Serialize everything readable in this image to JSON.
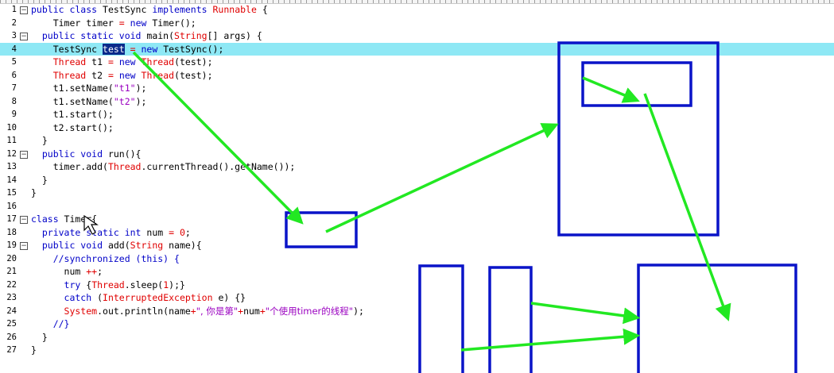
{
  "editor": {
    "current_line": 4,
    "lines": [
      {
        "n": "1",
        "fold": "−"
      },
      {
        "n": "2"
      },
      {
        "n": "3",
        "fold": "−"
      },
      {
        "n": "4"
      },
      {
        "n": "5"
      },
      {
        "n": "6"
      },
      {
        "n": "7"
      },
      {
        "n": "8"
      },
      {
        "n": "9"
      },
      {
        "n": "10"
      },
      {
        "n": "11"
      },
      {
        "n": "12",
        "fold": "−"
      },
      {
        "n": "13"
      },
      {
        "n": "14"
      },
      {
        "n": "15"
      },
      {
        "n": "16"
      },
      {
        "n": "17",
        "fold": "−"
      },
      {
        "n": "18"
      },
      {
        "n": "19",
        "fold": "−"
      },
      {
        "n": "20"
      },
      {
        "n": "21"
      },
      {
        "n": "22"
      },
      {
        "n": "23"
      },
      {
        "n": "24"
      },
      {
        "n": "25"
      },
      {
        "n": "26"
      },
      {
        "n": "27"
      }
    ],
    "code": [
      [
        [
          "kw",
          "public class "
        ],
        [
          "",
          "TestSync "
        ],
        [
          "kw",
          "implements "
        ],
        [
          "ty",
          "Runnable"
        ],
        [
          "",
          " {"
        ]
      ],
      [
        [
          "",
          "    Timer timer "
        ],
        [
          "op",
          "= "
        ],
        [
          "kw",
          "new "
        ],
        [
          "",
          "Timer();"
        ]
      ],
      [
        [
          "kw",
          "  public static void "
        ],
        [
          "",
          "main("
        ],
        [
          "ty",
          "String"
        ],
        [
          "",
          "[] args) {"
        ]
      ],
      [
        [
          "",
          "    TestSync "
        ],
        [
          "sel",
          "test"
        ],
        [
          "",
          ""
        ],
        [
          "op",
          " = "
        ],
        [
          "kw",
          "new "
        ],
        [
          "",
          "TestSync();"
        ]
      ],
      [
        [
          "ty",
          "    Thread "
        ],
        [
          "",
          "t1 "
        ],
        [
          "op",
          "= "
        ],
        [
          "kw",
          "new "
        ],
        [
          "ty",
          "Thread"
        ],
        [
          "",
          "(test);"
        ]
      ],
      [
        [
          "ty",
          "    Thread "
        ],
        [
          "",
          "t2 "
        ],
        [
          "op",
          "= "
        ],
        [
          "kw",
          "new "
        ],
        [
          "ty",
          "Thread"
        ],
        [
          "",
          "(test);"
        ]
      ],
      [
        [
          "",
          "    t1.setName("
        ],
        [
          "st",
          "\"t1\""
        ],
        [
          "",
          ");"
        ]
      ],
      [
        [
          "",
          "    t1.setName("
        ],
        [
          "st",
          "\"t2\""
        ],
        [
          "",
          ");"
        ]
      ],
      [
        [
          "",
          "    t1.start();"
        ]
      ],
      [
        [
          "",
          "    t2.start();"
        ]
      ],
      [
        [
          "",
          "  }"
        ]
      ],
      [
        [
          "kw",
          "  public void "
        ],
        [
          "",
          "run(){"
        ]
      ],
      [
        [
          "",
          "    timer.add("
        ],
        [
          "ty",
          "Thread"
        ],
        [
          "",
          ".currentThread().getName());"
        ]
      ],
      [
        [
          "",
          "  }"
        ]
      ],
      [
        [
          "",
          "}"
        ]
      ],
      [
        [
          "",
          ""
        ]
      ],
      [
        [
          "kw",
          "class "
        ],
        [
          "",
          "Timer{"
        ]
      ],
      [
        [
          "kw",
          "  private static int "
        ],
        [
          "",
          "num "
        ],
        [
          "op",
          "= 0"
        ],
        [
          "",
          ";"
        ]
      ],
      [
        [
          "kw",
          "  public void "
        ],
        [
          "",
          "add("
        ],
        [
          "ty",
          "String "
        ],
        [
          "",
          "name){"
        ]
      ],
      [
        [
          "cm",
          "    //synchronized (this) {"
        ]
      ],
      [
        [
          "",
          "      num "
        ],
        [
          "op",
          "++"
        ],
        [
          "",
          ";"
        ]
      ],
      [
        [
          "kw",
          "      try "
        ],
        [
          "",
          "{"
        ],
        [
          "ty",
          "Thread"
        ],
        [
          "",
          ".sleep("
        ],
        [
          "op",
          "1"
        ],
        [
          "",
          ");}"
        ]
      ],
      [
        [
          "kw",
          "      catch "
        ],
        [
          "",
          "("
        ],
        [
          "ty",
          "InterruptedException "
        ],
        [
          "",
          "e) {}"
        ]
      ],
      [
        [
          "ty",
          "      System"
        ],
        [
          "",
          ".out.println(name"
        ],
        [
          "op",
          "+"
        ],
        [
          "st",
          "\", 你是第\""
        ],
        [
          "op",
          "+"
        ],
        [
          "",
          "num"
        ],
        [
          "op",
          "+"
        ],
        [
          "st",
          "\"个使用timer的线程\""
        ],
        [
          "",
          ");"
        ]
      ],
      [
        [
          "cm",
          "    //}"
        ]
      ],
      [
        [
          "",
          "  }"
        ]
      ],
      [
        [
          "",
          "}"
        ]
      ]
    ]
  },
  "annotation": {
    "box_color": "#0a14c8",
    "arrow_color": "#22e822"
  }
}
